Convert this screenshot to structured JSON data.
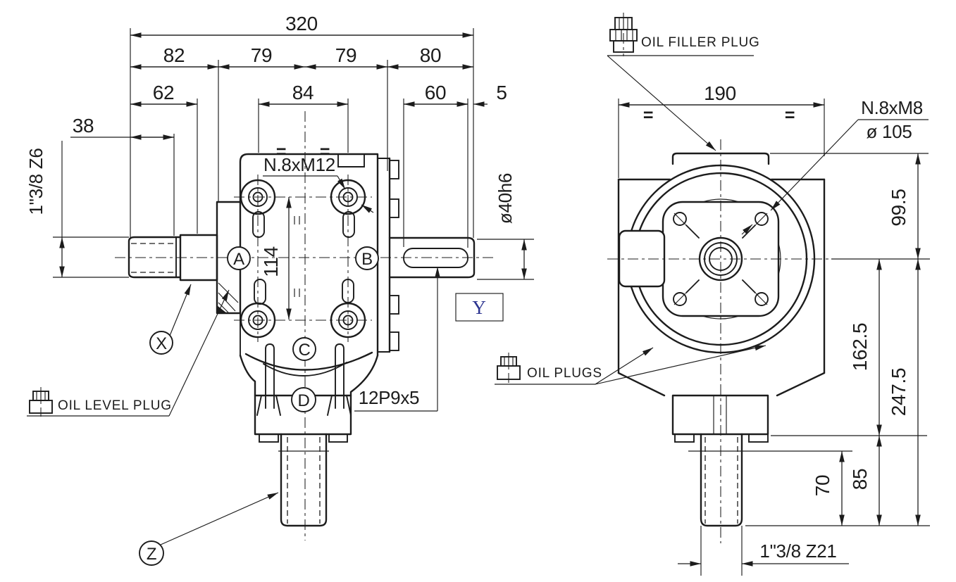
{
  "front_view": {
    "dims": {
      "overall_width": "320",
      "seg_left": "82",
      "seg_mid_left": "79",
      "seg_mid_right": "79",
      "seg_right": "80",
      "input_shaft_to_flange": "62",
      "cover_bolt_spacing": "84",
      "keyway_length": "60",
      "keyway_end_offset": "5",
      "spline_length": "38",
      "bolt_vertical_spacing": "114",
      "input_shaft_spline": "1\"3/8 Z6",
      "output_shaft_diameter": "ø40h6"
    },
    "labels": {
      "cover_bolts": "N.8xM12",
      "key_size": "12P9x5",
      "oil_level_plug": "OIL LEVEL PLUG"
    },
    "balloons": {
      "a": "A",
      "b": "B",
      "c": "C",
      "d": "D",
      "x": "X",
      "y": "Y",
      "z": "Z"
    },
    "marks": {
      "equal": "="
    }
  },
  "side_view": {
    "dims": {
      "overall_width": "190",
      "top_to_center": "99.5",
      "center_to_base": "162.5",
      "center_to_shaft_end": "247.5",
      "shaft_spline_length": "70",
      "shaft_length": "85",
      "output_shaft_spline": "1\"3/8 Z21"
    },
    "labels": {
      "flange_bolts": "N.8xM8",
      "bolt_circle_diameter": "ø 105",
      "oil_filler_plug": "OIL FILLER PLUG",
      "oil_plugs": "OIL PLUGS"
    },
    "marks": {
      "equal": "="
    }
  }
}
